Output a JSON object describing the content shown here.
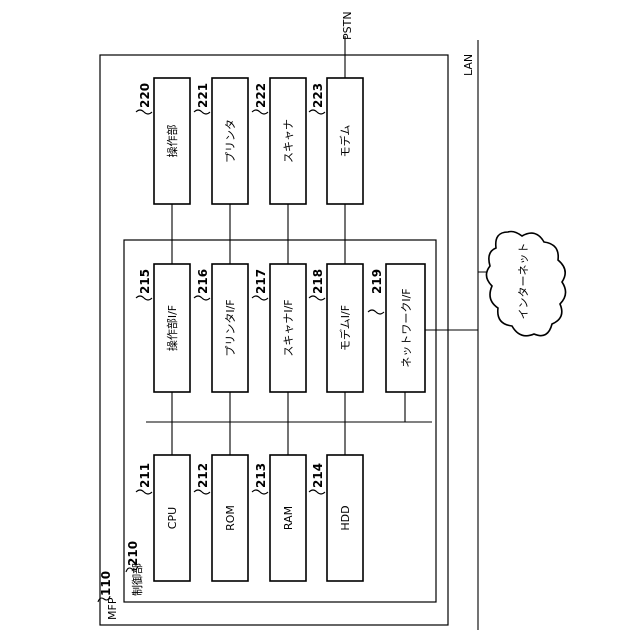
{
  "mfp": {
    "ref": "110",
    "label": "MFP"
  },
  "controller": {
    "ref": "210",
    "label": "制御部"
  },
  "devices": [
    {
      "ref": "220",
      "label": "操作部"
    },
    {
      "ref": "221",
      "label": "プリンタ"
    },
    {
      "ref": "222",
      "label": "スキャナ"
    },
    {
      "ref": "223",
      "label": "モデム"
    }
  ],
  "interfaces": [
    {
      "ref": "215",
      "label": "操作部I/F"
    },
    {
      "ref": "216",
      "label": "プリンタI/F"
    },
    {
      "ref": "217",
      "label": "スキャナI/F"
    },
    {
      "ref": "218",
      "label": "モデムI/F"
    },
    {
      "ref": "219",
      "label": "ネットワークI/F"
    }
  ],
  "components": [
    {
      "ref": "211",
      "label": "CPU"
    },
    {
      "ref": "212",
      "label": "ROM"
    },
    {
      "ref": "213",
      "label": "RAM"
    },
    {
      "ref": "214",
      "label": "HDD"
    }
  ],
  "pstn": "PSTN",
  "lan": "LAN",
  "internet": "インターネット"
}
